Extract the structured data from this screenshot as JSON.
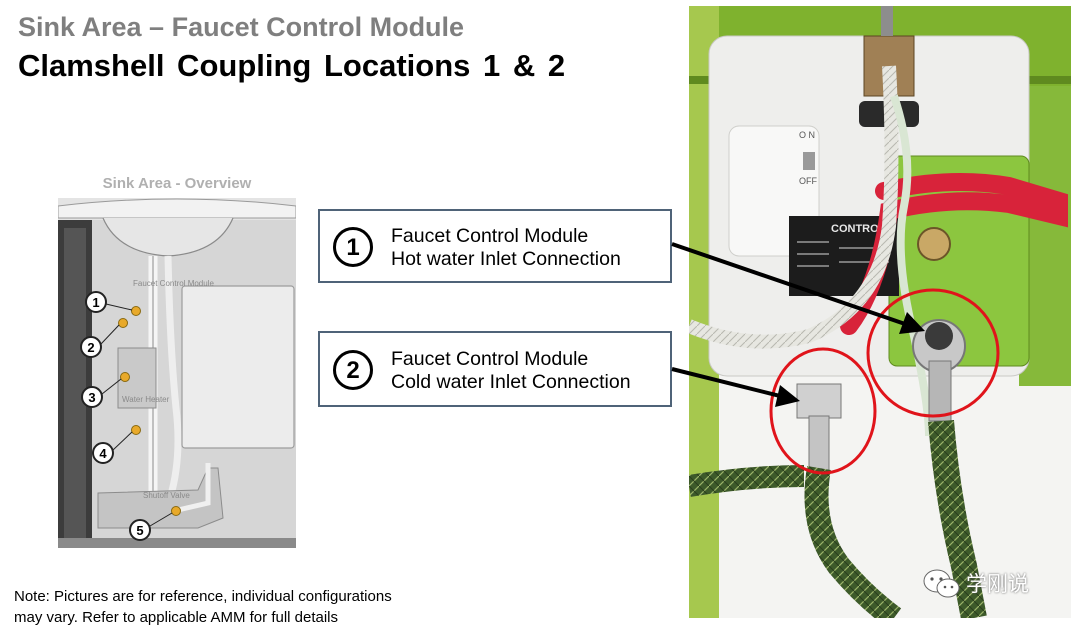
{
  "header": {
    "subtitle": "Sink Area – Faucet Control Module",
    "title": "Clamshell Coupling Locations 1 & 2"
  },
  "overview": {
    "label": "Sink Area - Overview",
    "part_labels": {
      "faucet_control_module": "Faucet Control Module",
      "water_heater": "Water Heater",
      "shutoff_valve": "Shutoff Valve"
    },
    "markers": [
      "1",
      "2",
      "3",
      "4",
      "5"
    ]
  },
  "callouts": [
    {
      "number": "1",
      "line1": "Faucet Control Module",
      "line2": "Hot water Inlet Connection"
    },
    {
      "number": "2",
      "line1": "Faucet Control Module",
      "line2": "Cold water Inlet Connection"
    }
  ],
  "note": {
    "line1": "Note: Pictures are for reference, individual configurations",
    "line2": "may vary. Refer to applicable AMM for full details"
  },
  "photo": {
    "plate_text": "CONTROL",
    "switch_labels": {
      "on": "O N",
      "off": "OFF"
    }
  },
  "watermark": {
    "text": "学刚说",
    "icon": "wechat-icon"
  },
  "colors": {
    "callout_border": "#4f6378",
    "highlight_circle": "#e0141b",
    "marker_fill": "#e8a92a",
    "subtitle": "#7f7f7f"
  }
}
